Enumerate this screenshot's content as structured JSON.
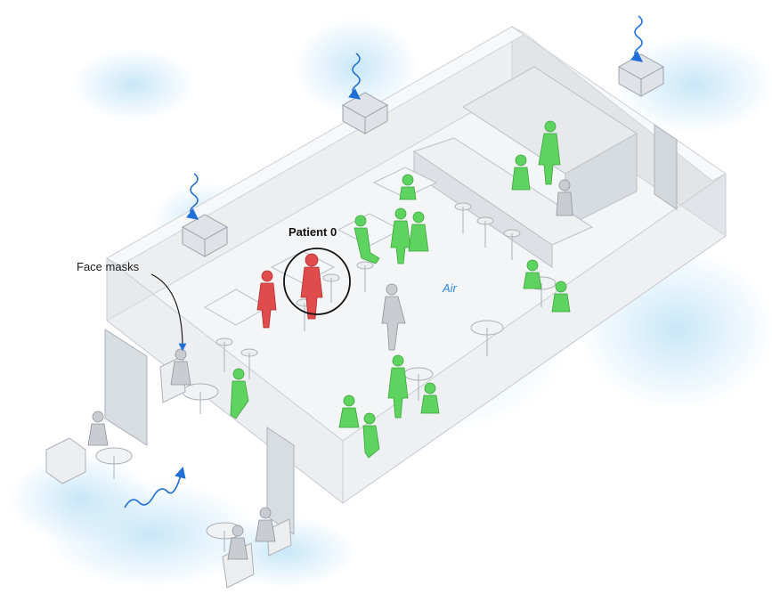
{
  "labels": {
    "patient_zero": "Patient 0",
    "face_masks": "Face masks",
    "air": "Air"
  },
  "colors": {
    "infected": "#e04b4b",
    "at_risk": "#5fd35f",
    "unaffected": "#c9cdd2",
    "airflow": "#1f6fd6",
    "air_label": "#2f86e0",
    "wall": "#e9ecef"
  },
  "icons": {
    "patient_zero_marker": "circle-outline",
    "airflow": "wavy-arrow",
    "vent": "ceiling-vent"
  }
}
